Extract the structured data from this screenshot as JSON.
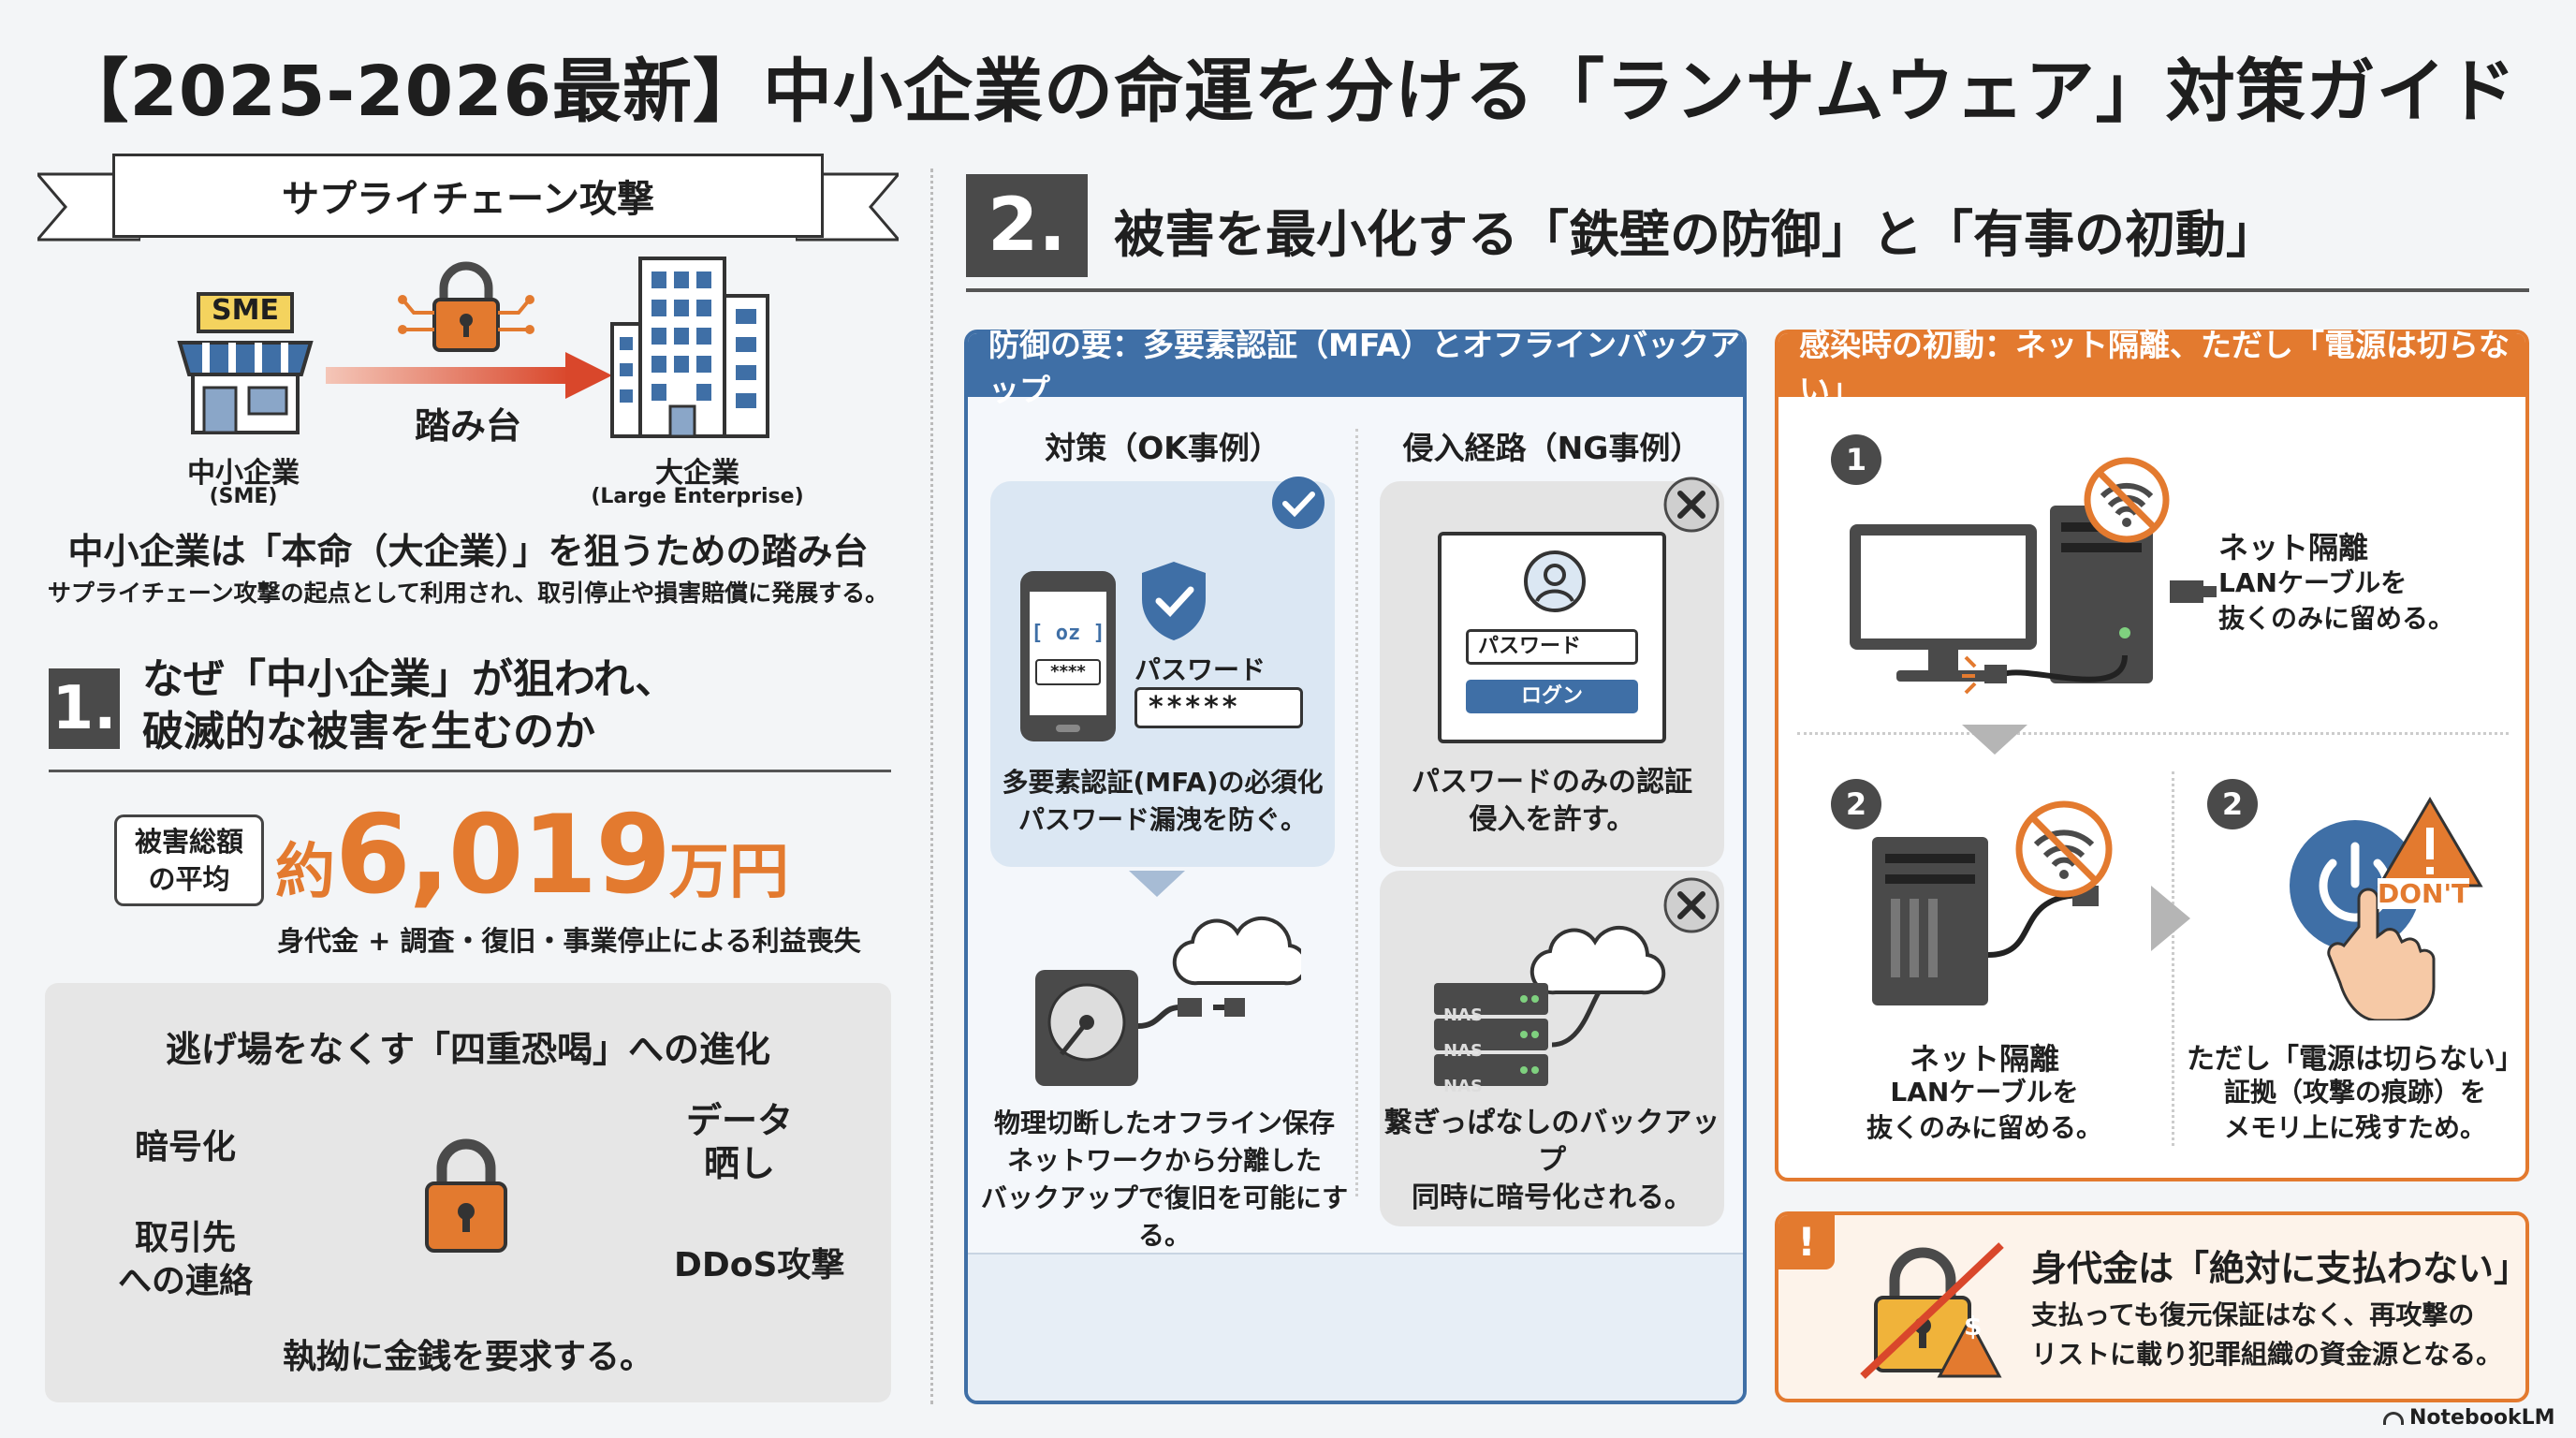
{
  "title": "【2025-2026最新】中小企業の命運を分ける「ランサムウェア」対策ガイド",
  "supply_chain": {
    "ribbon": "サプライチェーン攻撃",
    "sme_sign": "SME",
    "sme_label": "中小企業",
    "sme_sub": "(SME)",
    "arrow_label": "踏み台",
    "ent_label": "大企業",
    "ent_sub": "(Large Enterprise)",
    "headline": "中小企業は「本命（大企業）」を狙うための踏み台",
    "desc": "サプライチェーン攻撃の起点として利用され、取引停止や損害賠償に発展する。"
  },
  "section1": {
    "num": "1.",
    "line1": "なぜ「中小企業」が狙われ、",
    "line2": "破滅的な被害を生むのか",
    "badge_line1": "被害総額",
    "badge_line2": "の平均",
    "amount_prefix": "約",
    "amount": "6,019",
    "amount_unit": "万円",
    "amount_note": "身代金 + 調査・復旧・事業停止による利益喪失"
  },
  "extortion": {
    "title": "逃げ場をなくす「四重恐喝」への進化",
    "item_encrypt": "暗号化",
    "item_leak_1": "データ",
    "item_leak_2": "晒し",
    "item_contact_1": "取引先",
    "item_contact_2": "への連絡",
    "item_ddos": "DDoS攻撃",
    "footer": "執拗に金銭を要求する。"
  },
  "section2": {
    "num": "2.",
    "title": "被害を最小化する「鉄壁の防御」と「有事の初動」"
  },
  "defense": {
    "header": "防御の要：多要素認証（MFA）とオフラインバックアップ",
    "ok_title": "対策（OK事例）",
    "ng_title": "侵入経路（NG事例）",
    "phone_code": "[ oz ]",
    "phone_pin": "****",
    "mfa_pw_label": "パスワード",
    "mfa_pw_value": "*****",
    "mfa_text1": "多要素認証(MFA)の必須化",
    "mfa_text2": "パスワード漏洩を防ぐ。",
    "login_pw": "パスワード",
    "login_btn": "ログン",
    "ng1_text1": "パスワードのみの認証",
    "ng1_text2": "侵入を許す。",
    "offline_text1": "物理切断したオフライン保存",
    "offline_text2": "ネットワークから分離した",
    "offline_text3": "バックアップで復旧を可能にする。",
    "nas1": "NAS",
    "nas2": "NAS",
    "nas3": "NAS",
    "ng2_text1": "繋ぎっぱなしのバックアップ",
    "ng2_text2": "同時に暗号化される。"
  },
  "response": {
    "header": "感染時の初動：ネット隔離、ただし「電源は切らない」",
    "step1_num": "1",
    "step1_title": "ネット隔離",
    "step1_l1": "LANケーブルを",
    "step1_l2": "抜くのみに留める。",
    "step2a_num": "2",
    "step2a_title": "ネット隔離",
    "step2a_l1": "LANケーブルを",
    "step2a_l2": "抜くのみに留める。",
    "step2b_num": "2",
    "dont": "DON'T",
    "step2b_title": "ただし「電源は切らない」",
    "step2b_l1": "証拠（攻撃の痕跡）を",
    "step2b_l2": "メモリ上に残すため。"
  },
  "ransom": {
    "mark": "!",
    "title": "身代金は「絶対に支払わない」",
    "l1": "支払っても復元保証はなく、再攻撃の",
    "l2": "リストに載り犯罪組織の資金源となる。",
    "dollar": "$"
  },
  "footer_brand": "NotebookLM",
  "colors": {
    "blue": "#3f6fa6",
    "orange": "#e37a2f",
    "dark": "#4a4a4a"
  }
}
